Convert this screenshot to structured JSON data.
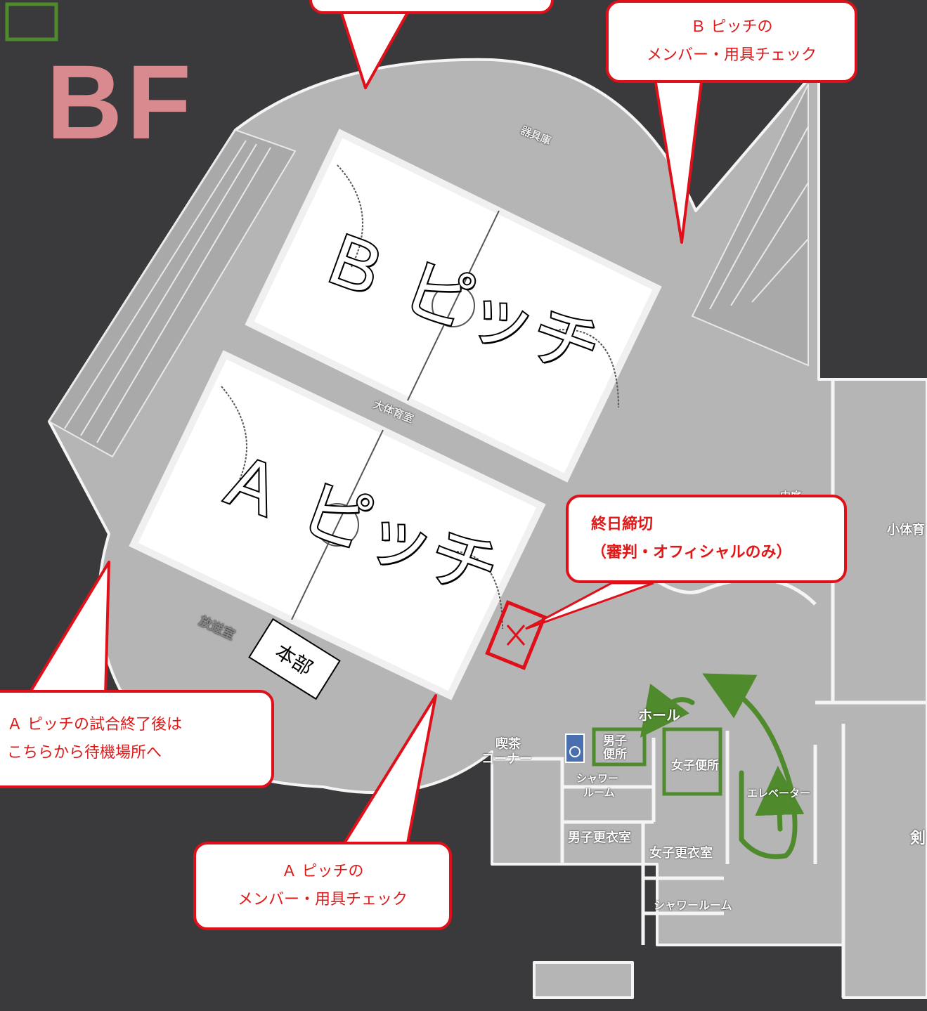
{
  "floor": {
    "label": "BF"
  },
  "pitches": [
    {
      "id": "b",
      "label": "Ｂ ピッチ"
    },
    {
      "id": "a",
      "label": "Ａ ピッチ"
    }
  ],
  "callouts": {
    "b_check": {
      "lines": [
        "Ｂ ピッチの",
        "メンバー・用具チェック"
      ]
    },
    "a_check": {
      "lines": [
        "Ａ ピッチの",
        "メンバー・用具チェック"
      ]
    },
    "a_exit": {
      "lines": [
        "Ａ ピッチの試合終了後は",
        "こちらから待機場所へ"
      ]
    },
    "closed": {
      "lines": [
        "終日締切",
        "（審判・オフィシャルのみ）"
      ]
    }
  },
  "headquarters": {
    "label": "本部"
  },
  "rooms": {
    "storage": "器具庫",
    "main_gym": "大体育室",
    "courtyard": "中庭",
    "small_gym": "小体育",
    "broadcast": "放送室",
    "hall": "ホール",
    "cafe_1": "喫茶",
    "cafe_2": "コーナー",
    "mens_toilet_1": "男子",
    "mens_toilet_2": "便所",
    "womens_toilet": "女子便所",
    "shower_1": "シャワー",
    "shower_2": "ルーム",
    "elevator": "エレベーター",
    "mens_locker": "男子更衣室",
    "womens_locker": "女子更衣室",
    "shower_room": "シャワールーム",
    "kendo": "剣"
  },
  "colors": {
    "background": "#3a3a3c",
    "floor": "#b5b5b6",
    "wall": "#f2f2f2",
    "floor_label": "#d98a8e",
    "alert_red": "#e0101a",
    "route_green": "#4f8a2c",
    "text_red": "#e01818"
  },
  "icons": {
    "closed_marker": "cross-mark-icon",
    "wheelchair": "wheelchair-icon",
    "route": "arrow-icon"
  }
}
